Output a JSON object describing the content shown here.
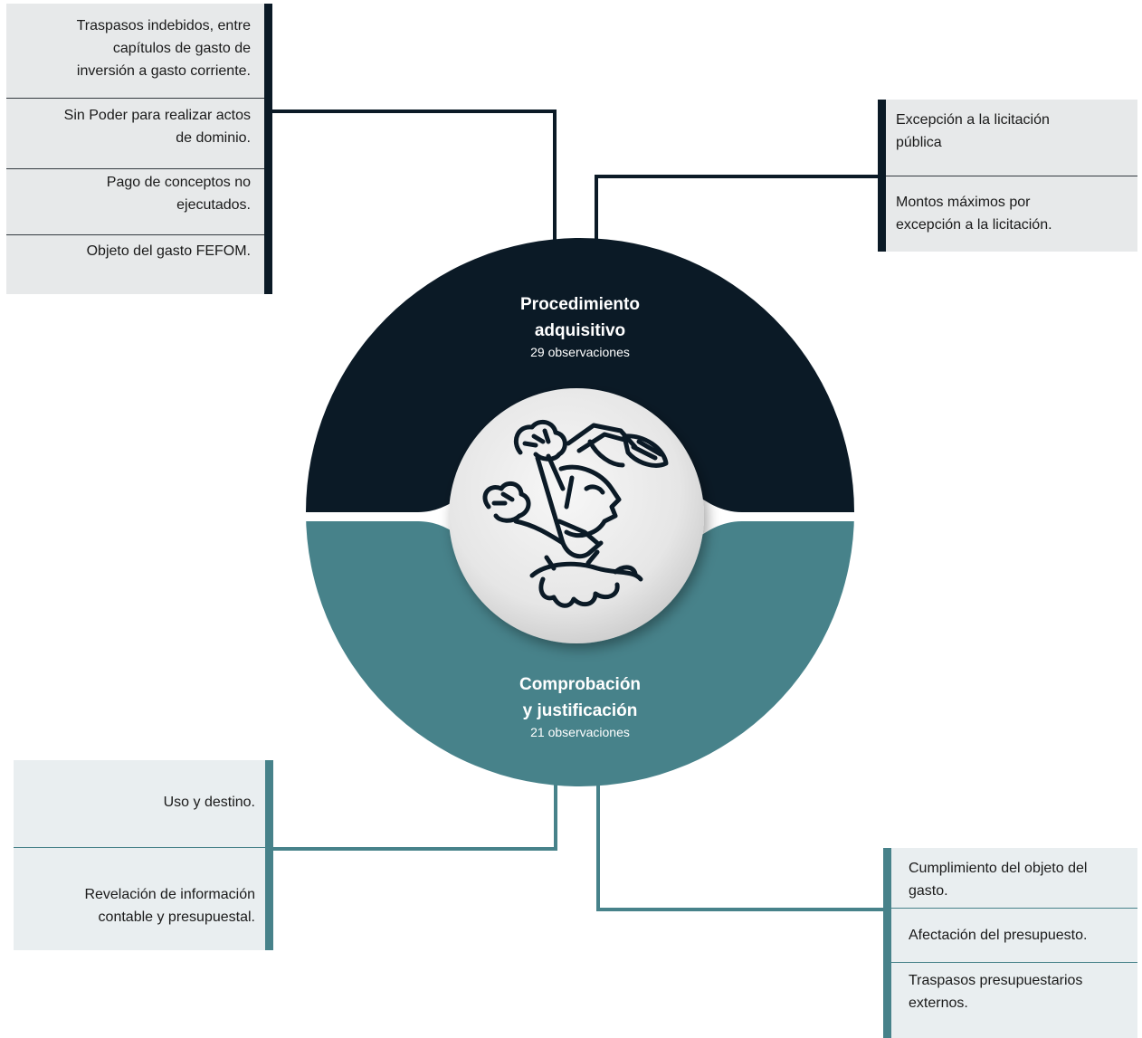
{
  "colors": {
    "dark_navy": "#0b1a26",
    "teal": "#47828a",
    "panel_gray": "#e7e9ea",
    "panel_teal_tint": "#e9eef0"
  },
  "top_section": {
    "title_line1": "Procedimiento",
    "title_line2": "adquisitivo",
    "count": "29 observaciones"
  },
  "bottom_section": {
    "title_line1": "Comprobación",
    "title_line2": "y justificación",
    "count": "21 observaciones"
  },
  "emblem": {
    "icon": "indigenous-glyph-emblem-icon"
  },
  "top_left_panel": {
    "items": [
      [
        "Traspasos indebidos, entre",
        "capítulos de gasto de",
        "inversión a gasto corriente."
      ],
      [
        "Sin Poder para realizar actos",
        "de dominio."
      ],
      [
        "Pago de conceptos no",
        "ejecutados."
      ],
      [
        "Objeto del gasto FEFOM."
      ]
    ]
  },
  "top_right_panel": {
    "items": [
      [
        "Excepción a la licitación",
        "pública"
      ],
      [
        "Montos máximos por",
        "excepción a la licitación."
      ]
    ]
  },
  "bottom_left_panel": {
    "items": [
      [
        "Uso y destino."
      ],
      [
        "Revelación de información",
        "contable y presupuestal."
      ]
    ]
  },
  "bottom_right_panel": {
    "items": [
      [
        "Cumplimiento del objeto del",
        "gasto."
      ],
      [
        "Afectación del presupuesto."
      ],
      [
        "Traspasos presupuestarios",
        "externos."
      ]
    ]
  }
}
